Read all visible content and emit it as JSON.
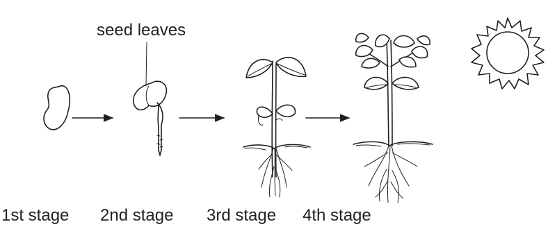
{
  "callout": {
    "text": "seed leaves"
  },
  "stages": [
    {
      "label": "1st stage"
    },
    {
      "label": "2nd stage"
    },
    {
      "label": "3rd stage"
    },
    {
      "label": "4th stage"
    }
  ],
  "icons": [
    "seed-icon",
    "germinating-seed-icon",
    "seedling-icon",
    "young-plant-icon",
    "sun-icon",
    "arrow-right-icon"
  ],
  "colors": {
    "ink": "#231f20",
    "background": "#ffffff"
  }
}
